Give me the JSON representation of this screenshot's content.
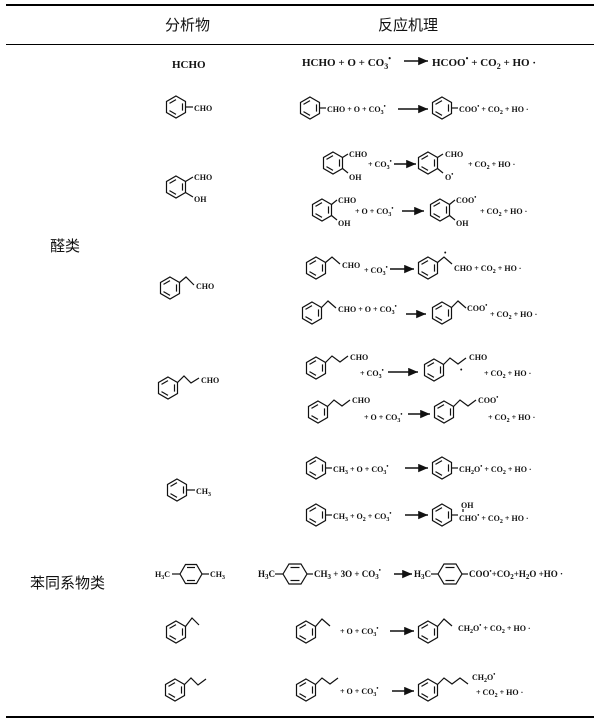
{
  "header": {
    "analyte": "分析物",
    "mechanism": "反应机理"
  },
  "categories": {
    "aldehydes": "醛类",
    "benzene_series": "苯同系物类"
  },
  "labels": {
    "hcho": "HCHO",
    "cho": "CHO",
    "oh": "OH",
    "ch3": "CH3",
    "h3c": "H3C"
  },
  "rows": [
    {
      "analyte": "HCHO",
      "eqs": [
        {
          "lhs": "HCHO + O + CO3•",
          "rhs": "HCOO• + CO2 + HO•"
        }
      ]
    },
    {
      "analyte": "benzaldehyde",
      "eqs": [
        {
          "lhs": "CHO + O + CO3•",
          "rhs": "COO• + CO2 + HO•"
        }
      ]
    },
    {
      "analyte": "salicylaldehyde",
      "eqs": [
        {
          "lhs": "CHO OH + CO3•",
          "rhs": "CHO O• + CO2 + HO•"
        },
        {
          "lhs": "CHO OH + O + CO3•",
          "rhs": "COO• OH + CO2 + HO•"
        }
      ]
    },
    {
      "analyte": "phenylacetaldehyde",
      "eqs": [
        {
          "lhs": "CHO + CO3•",
          "rhs": "CHO + CO2 + HO•"
        },
        {
          "lhs": "CHO + O + CO3•",
          "rhs": "COO• + CO2 + HO•"
        }
      ]
    },
    {
      "analyte": "3-phenylpropanal",
      "eqs": [
        {
          "lhs": "CHO + CO3•",
          "rhs": "CHO + CO2 + HO•"
        },
        {
          "lhs": "CHO + O + CO3•",
          "rhs": "COO• + CO2 + HO•"
        }
      ]
    },
    {
      "analyte": "toluene",
      "eqs": [
        {
          "lhs": "CH3 + O + CO3•",
          "rhs": "CH2O• + CO2 + HO•"
        },
        {
          "lhs": "CH3 + O2 + CO3•",
          "rhs": "OH CHO• + CO2 + HO•"
        }
      ]
    },
    {
      "analyte": "p-xylene",
      "eqs": [
        {
          "lhs": "H3C CH3 + 3O + CO3•",
          "rhs": "H3C COO• + CO2 + H2O + HO•"
        }
      ]
    },
    {
      "analyte": "ethylbenzene",
      "eqs": [
        {
          "lhs": "+ O + CO3•",
          "rhs": "CH2O• + CO2 + HO•"
        }
      ]
    },
    {
      "analyte": "propylbenzene",
      "eqs": [
        {
          "lhs": "+ O + CO3•",
          "rhs": "CH2O• + CO2 + HO•"
        }
      ]
    }
  ],
  "text": {
    "plus_o_co3": "+ O + CO",
    "plus_co3": "+ CO",
    "plus_co2_ho": "+ CO",
    "hcoo": "HCOO",
    "coo": "COO",
    "ch2o": "CH",
    "three_o": "+ 3O + CO",
    "o2": "+ O",
    "co2_h2o_ho": "+CO"
  }
}
